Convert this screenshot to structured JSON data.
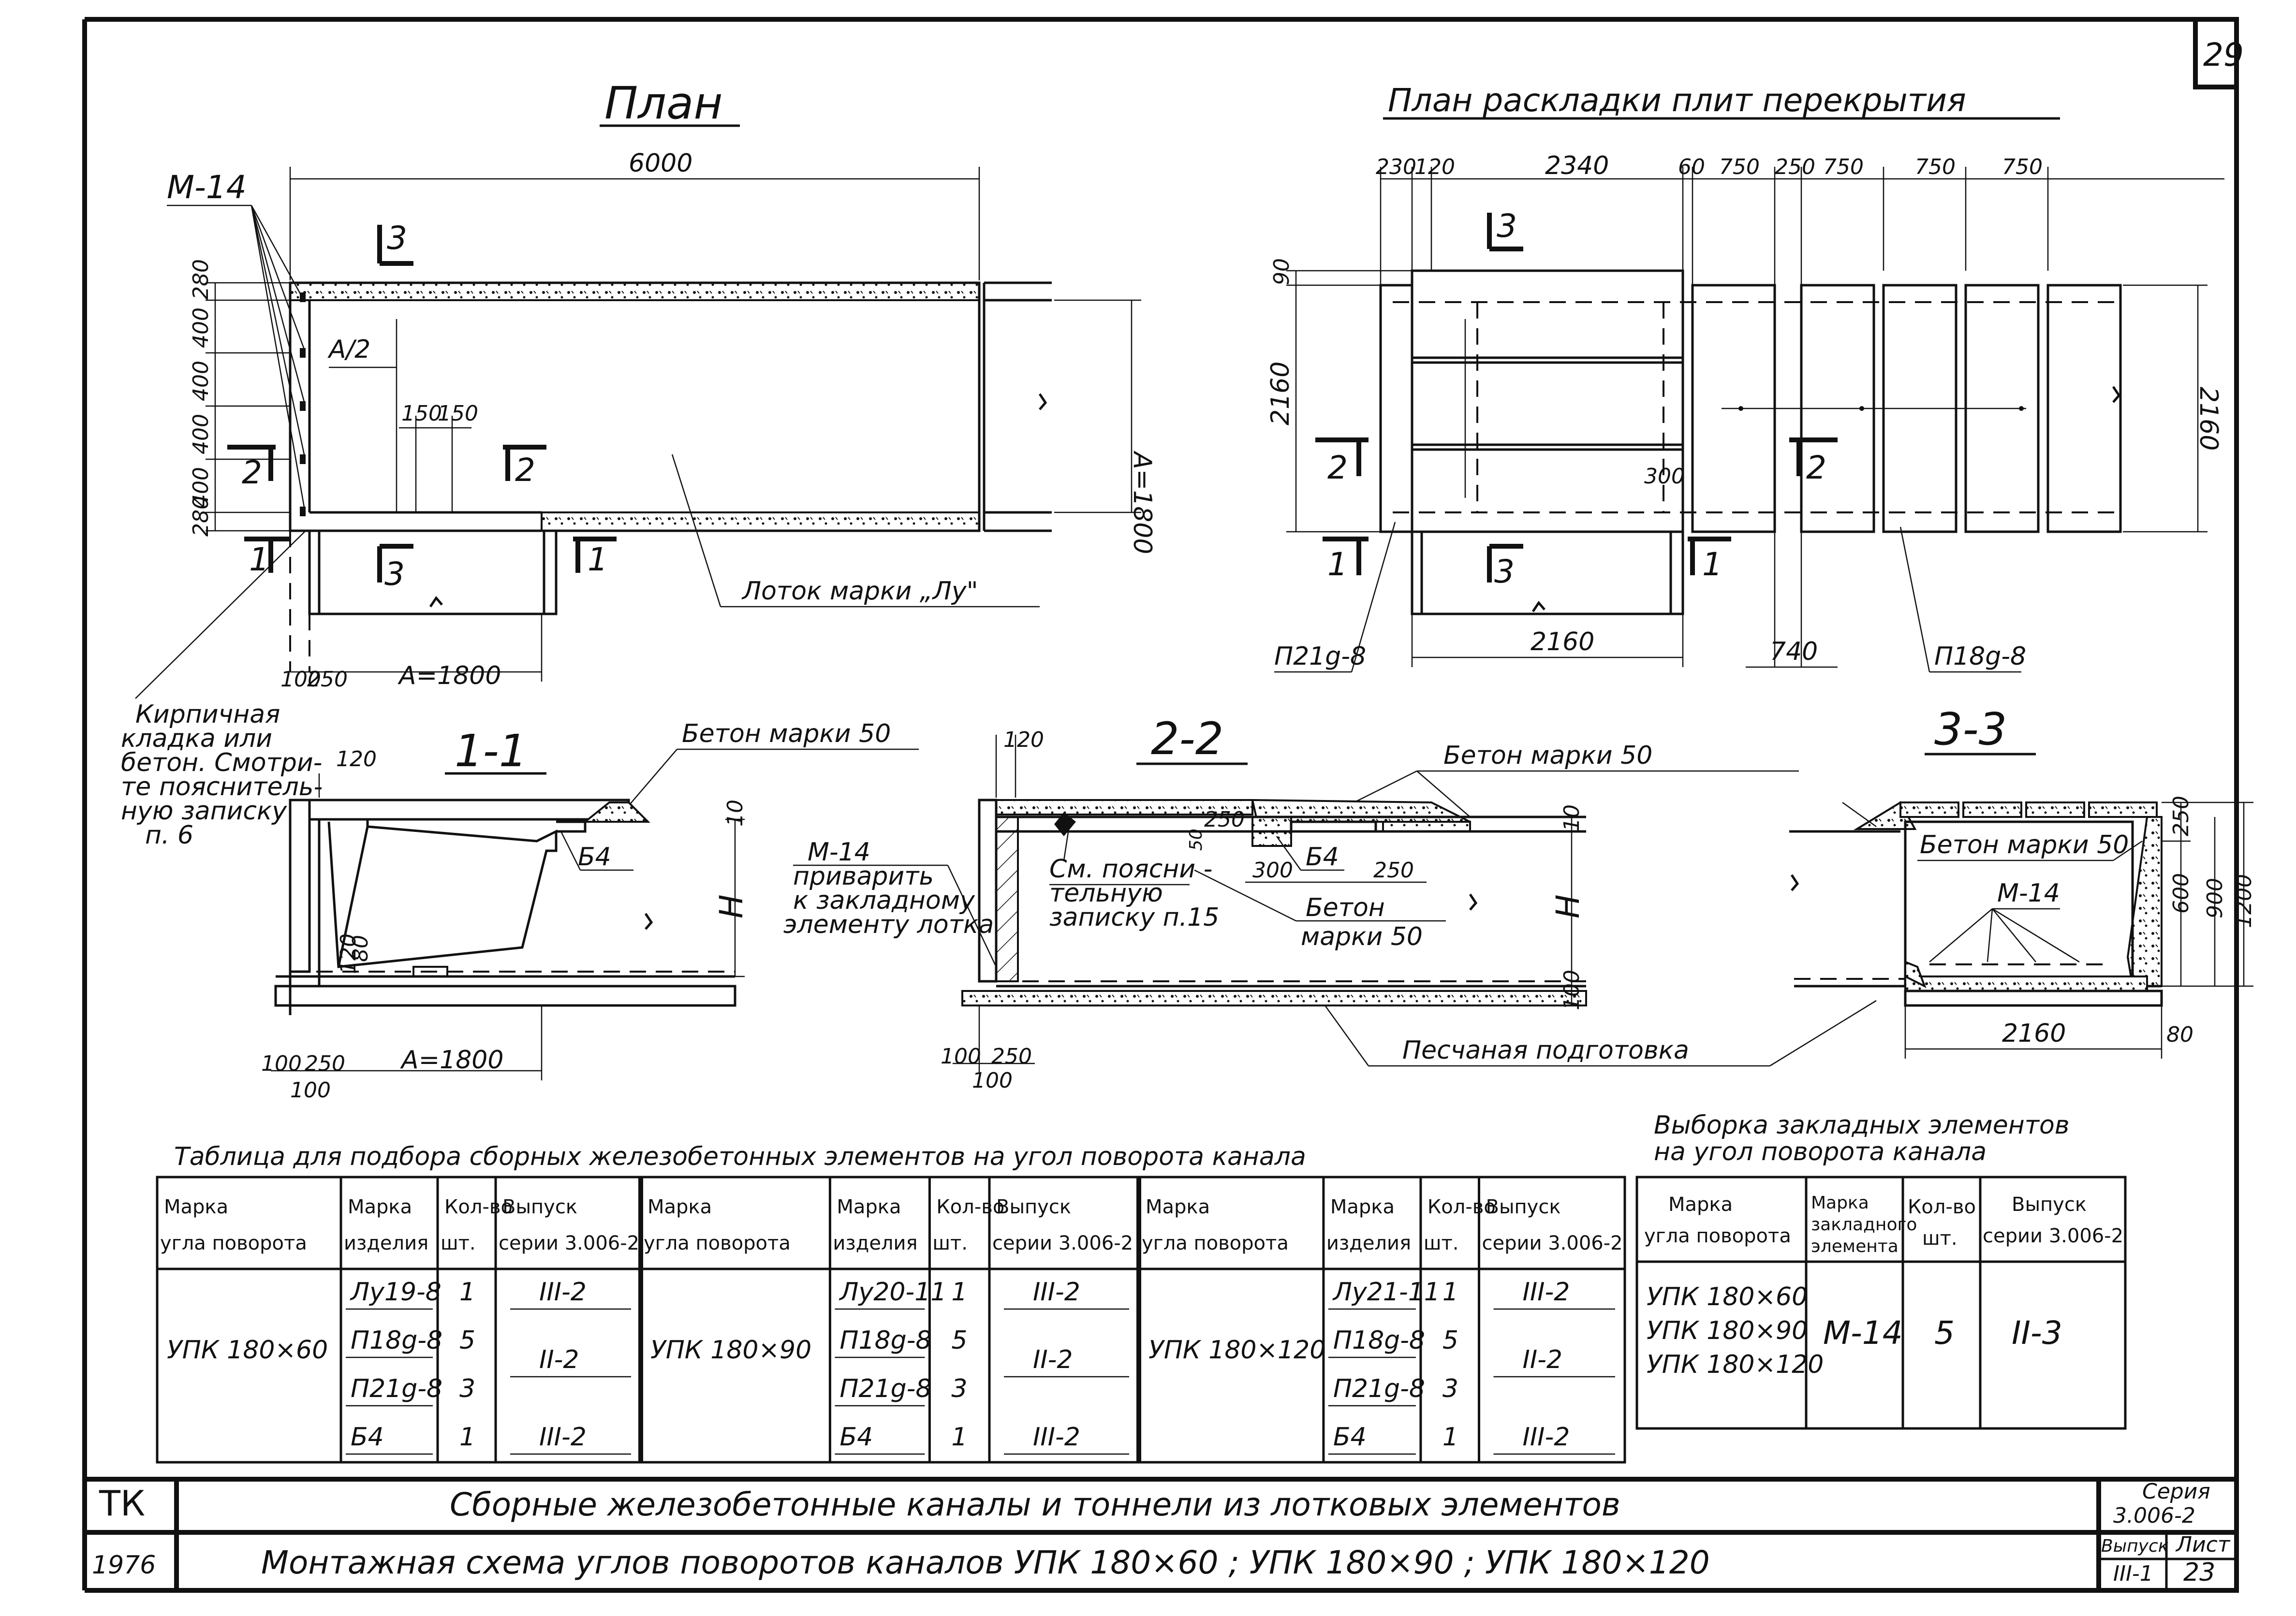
{
  "sheet": {
    "number": "29",
    "year": "1976",
    "code": "ТК"
  },
  "title_block": {
    "line1": "Сборные железобетонные каналы и тоннели из лотковых элементов",
    "line2": "Монтажная схема углов поворотов каналов УПК 180×60 ; УПК 180×90 ; УПК 180×120",
    "series_label": "Серия",
    "series_value": "3.006-2",
    "issue_label": "Выпуск",
    "issue_value": "III-1",
    "sheet_label": "Лист",
    "sheet_value": "23"
  },
  "plan": {
    "title": "План",
    "dim_total": "6000",
    "marker_m14": "М-14",
    "dims_left": [
      "280",
      "400",
      "400",
      "400",
      "400",
      "280"
    ],
    "label_a2": "А/2",
    "dim_150a": "150",
    "dim_150b": "150",
    "dim_a_right": "А=1800",
    "dim_100": "100",
    "dim_250": "250",
    "dim_a_bottom": "А=1800",
    "tray_label": "Лоток марки „Лу\"",
    "cut_1": "1",
    "cut_2": "2",
    "cut_3": "3"
  },
  "slab_plan": {
    "title": "План раскладки плит перекрытия",
    "top_dims": [
      "230",
      "120",
      "2340",
      "60",
      "750",
      "250",
      "750",
      "750",
      "750"
    ],
    "dim_90": "90",
    "dim_2160_left": "2160",
    "dim_2160_right": "2160",
    "dim_2160_bottom": "2160",
    "dim_300": "300",
    "dim_740": "740",
    "label_p21": "П21g-8",
    "label_p18": "П18g-8"
  },
  "notes": {
    "brick": "Кирпичная кладка или бетон. Смотрите пояснительную записку п. 6",
    "concrete_50": "Бетон марки 50",
    "concrete_50_b": "Бетон марки 50",
    "b4": "Б4",
    "m14_weld": "М-14 приварить к закладному элементу лотка",
    "see_note": "См. пояснительную записку п.15",
    "concrete_short": "Бетон",
    "mark_50": "марки 50",
    "sand": "Песчаная подготовка",
    "m14": "М-14"
  },
  "sections": {
    "s11_title": "1-1",
    "s22_title": "2-2",
    "s33_title": "3-3",
    "s11_dims": {
      "top": "120",
      "h": "Н",
      "d10": "10",
      "d120": "120",
      "d80": "80",
      "d100": "100",
      "d250": "250",
      "d100b": "100",
      "a": "А=1800"
    },
    "s22_dims": {
      "top": "120",
      "d250": "250",
      "d50": "50",
      "d300": "300",
      "d250b": "250",
      "h": "Н",
      "d10": "10",
      "d100": "100",
      "b100": "100",
      "b250": "250",
      "b100b": "100"
    },
    "s33_dims": {
      "d250": "250",
      "d600": "600",
      "d900": "900",
      "d1200": "1200",
      "d2160": "2160",
      "d80": "80"
    }
  },
  "table1": {
    "title": "Таблица для подбора сборных железобетонных элементов на угол поворота канала",
    "headers": [
      "Марка угла поворота",
      "Марка изделия",
      "Кол-во шт.",
      "Выпуск серии 3.006-2"
    ],
    "groups": [
      {
        "corner": "УПК 180×60",
        "items": [
          {
            "mark": "Лу19-8",
            "qty": "1",
            "issue": "III-2"
          },
          {
            "mark": "П18g-8",
            "qty": "5",
            "issue": "II-2"
          },
          {
            "mark": "П21g-8",
            "qty": "3",
            "issue": ""
          },
          {
            "mark": "Б4",
            "qty": "1",
            "issue": "III-2"
          }
        ]
      },
      {
        "corner": "УПК 180×90",
        "items": [
          {
            "mark": "Лу20-11",
            "qty": "1",
            "issue": "III-2"
          },
          {
            "mark": "П18g-8",
            "qty": "5",
            "issue": "II-2"
          },
          {
            "mark": "П21g-8",
            "qty": "3",
            "issue": ""
          },
          {
            "mark": "Б4",
            "qty": "1",
            "issue": "III-2"
          }
        ]
      },
      {
        "corner": "УПК 180×120",
        "items": [
          {
            "mark": "Лу21-11",
            "qty": "1",
            "issue": "III-2"
          },
          {
            "mark": "П18g-8",
            "qty": "5",
            "issue": "II-2"
          },
          {
            "mark": "П21g-8",
            "qty": "3",
            "issue": ""
          },
          {
            "mark": "Б4",
            "qty": "1",
            "issue": "III-2"
          }
        ]
      }
    ]
  },
  "table2": {
    "title_line1": "Выборка закладных элементов",
    "title_line2": "на угол поворота канала",
    "headers": [
      "Марка угла поворота",
      "Марка закладного элемента",
      "Кол-во шт.",
      "Выпуск серии 3.006-2"
    ],
    "corners": [
      "УПК 180×60",
      "УПК 180×90",
      "УПК 180×120"
    ],
    "element": "М-14",
    "qty": "5",
    "issue": "II-3"
  }
}
